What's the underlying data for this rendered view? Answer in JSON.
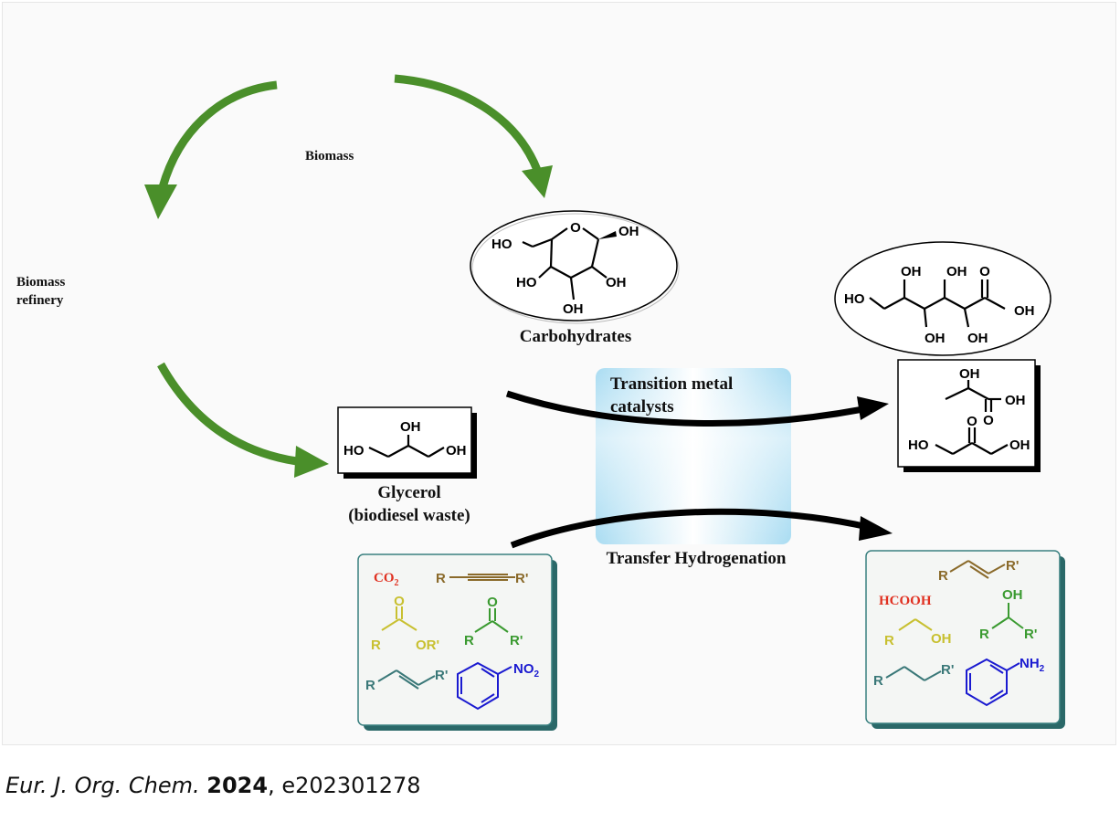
{
  "labels": {
    "biomass": "Biomass",
    "refinery_line1": "Biomass",
    "refinery_line2": "refinery",
    "carbohydrates": "Carbohydrates",
    "glycerol_line1": "Glycerol",
    "glycerol_line2": "(biodiesel waste)",
    "catalyst_line1": "Transition metal",
    "catalyst_line2": "catalysts",
    "transfer": "Transfer Hydrogenation"
  },
  "substrates": {
    "co2_main": "CO",
    "co2_sub": "2",
    "alkyne_r": "R",
    "alkyne_rp": "R'",
    "ester_o": "O",
    "ester_r": "R",
    "ester_or": "OR'",
    "ketone_o": "O",
    "ketone_r": "R",
    "ketone_rp": "R'",
    "alkene_r": "R",
    "alkene_rp": "R'",
    "nitro_main": "NO",
    "nitro_sub": "2"
  },
  "products": {
    "hcooh": "HCOOH",
    "alkene_r": "R",
    "alkene_rp": "R'",
    "alcohol2_oh": "OH",
    "alcohol2_r": "R",
    "alcohol2_rp": "R'",
    "alcohol1_r": "R",
    "alcohol1_oh": "OH",
    "alkane_r": "R",
    "alkane_rp": "R'",
    "amine_main": "NH",
    "amine_sub": "2"
  },
  "molecules": {
    "glucose": [
      "HO",
      "O",
      "OH",
      "HO",
      "OH",
      "OH"
    ],
    "gluconic": [
      "OH",
      "OH",
      "O",
      "HO",
      "OH",
      "OH",
      "OH"
    ],
    "lactic": [
      "OH",
      "OH",
      "O"
    ],
    "dha": [
      "O",
      "HO",
      "OH"
    ],
    "glycerol": [
      "OH",
      "HO",
      "OH"
    ]
  },
  "colors": {
    "green_arrow": "#4a8f2a",
    "co2": "#e03020",
    "alkyne": "#8a6a2a",
    "ester": "#c8c030",
    "ketone": "#3a9a30",
    "alkene": "#3a7878",
    "nitro": "#1a1ad0",
    "frame_teal": "#2a7070",
    "catalyst_box": "#bfe6f6"
  },
  "citation": {
    "journal": "Eur. J. Org. Chem.",
    "year": "2024",
    "article": ", e202301278"
  }
}
